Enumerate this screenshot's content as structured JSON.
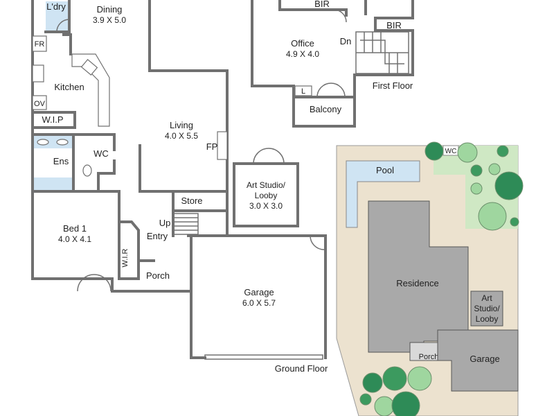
{
  "ground_floor": {
    "title": "Ground Floor",
    "rooms": {
      "dining": {
        "name": "Dining",
        "dim": "3.9 X 5.0"
      },
      "laundry": {
        "name": "L'dry"
      },
      "fridge": {
        "name": "FR"
      },
      "kitchen": {
        "name": "Kitchen"
      },
      "oven": {
        "name": "OV"
      },
      "wip": {
        "name": "W.I.P"
      },
      "ensuite": {
        "name": "Ens"
      },
      "wc": {
        "name": "WC"
      },
      "living": {
        "name": "Living",
        "dim": "4.0 X 5.5"
      },
      "fireplace": {
        "name": "FP"
      },
      "store": {
        "name": "Store"
      },
      "up": {
        "name": "Up"
      },
      "entry": {
        "name": "Entry"
      },
      "bed1": {
        "name": "Bed 1",
        "dim": "4.0 X 4.1"
      },
      "wir": {
        "name": "W.I.R"
      },
      "porch": {
        "name": "Porch"
      },
      "garage": {
        "name": "Garage",
        "dim": "6.0 X 5.7"
      },
      "studio": {
        "name_line1": "Art Studio/",
        "name_line2": "Looby",
        "dim": "3.0 X 3.0"
      }
    }
  },
  "first_floor": {
    "title": "First Floor",
    "rooms": {
      "bir_1": {
        "name": "BIR"
      },
      "bir_2": {
        "name": "BIR"
      },
      "office": {
        "name": "Office",
        "dim": "4.9 X 4.0"
      },
      "down": {
        "name": "Dn"
      },
      "linen": {
        "name": "L"
      },
      "balcony": {
        "name": "Balcony"
      }
    }
  },
  "site_plan": {
    "pool": "Pool",
    "residence": "Residence",
    "studio_line1": "Art",
    "studio_line2": "Studio/",
    "studio_line3": "Looby",
    "garage": "Garage",
    "porch": "Porch",
    "wc": "WC"
  },
  "colors": {
    "wall": "#707070",
    "wet_area": "#cfe4f3",
    "site_land": "#ece2cf",
    "building": "#a9a9a9",
    "pool": "#cfe4f3",
    "garden": "#cfe8c4",
    "tree": "#2e8b57"
  }
}
